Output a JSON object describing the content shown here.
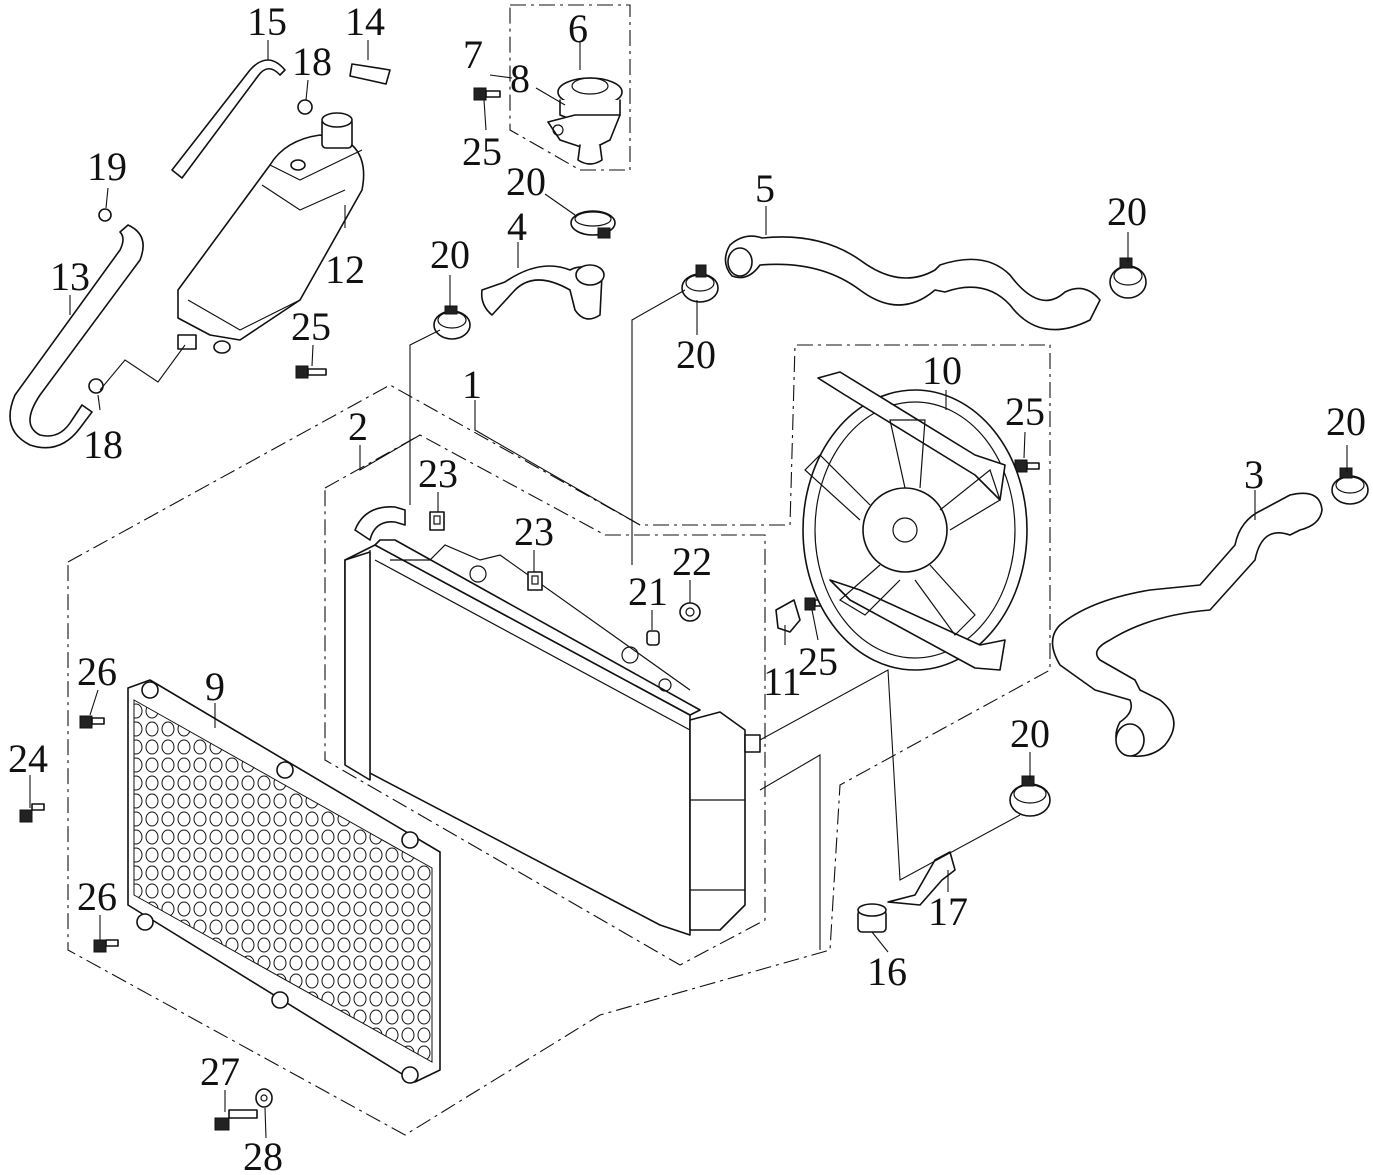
{
  "callouts": {
    "c1": "1",
    "c2": "2",
    "c3": "3",
    "c4": "4",
    "c5": "5",
    "c6": "6",
    "c7": "7",
    "c8": "8",
    "c9": "9",
    "c10": "10",
    "c11": "11",
    "c12": "12",
    "c13": "13",
    "c14": "14",
    "c15": "15",
    "c16": "16",
    "c17": "17",
    "c18a": "18",
    "c18b": "18",
    "c19": "19",
    "c20a": "20",
    "c20b": "20",
    "c20c": "20",
    "c20d": "20",
    "c20e": "20",
    "c20f": "20",
    "c21": "21",
    "c22": "22",
    "c23a": "23",
    "c23b": "23",
    "c24": "24",
    "c25a": "25",
    "c25b": "25",
    "c25c": "25",
    "c25d": "25",
    "c26a": "26",
    "c26b": "26",
    "c27": "27",
    "c28": "28"
  }
}
